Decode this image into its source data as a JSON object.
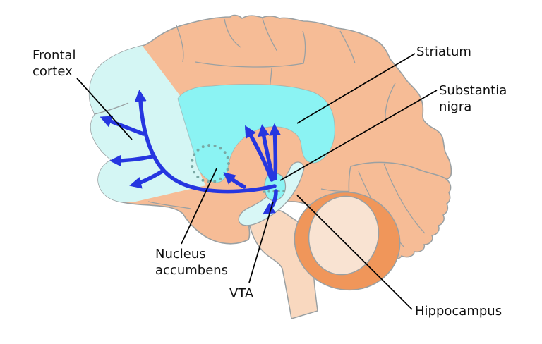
{
  "figure_type": "brain-sagittal-dopamine-pathways-diagram",
  "labels": {
    "frontal_cortex": {
      "lines": [
        "Frontal",
        "cortex"
      ]
    },
    "striatum": {
      "text": "Striatum"
    },
    "substantia_nigra": {
      "lines": [
        "Substantia",
        "nigra"
      ]
    },
    "nucleus_accumbens": {
      "lines": [
        "Nucleus",
        "accumbens"
      ]
    },
    "vta": {
      "text": "VTA"
    },
    "hippocampus": {
      "text": "Hippocampus"
    }
  },
  "pathways": [
    {
      "from": "VTA",
      "to": "Striatum",
      "style": "three ascending blue arrows"
    },
    {
      "from": "VTA",
      "to": "Frontal cortex",
      "style": "long blue trunk with four branch arrows"
    },
    {
      "from": "VTA",
      "to": "Nucleus accumbens",
      "style": "blue arrow into dotted circle"
    },
    {
      "from": "VTA",
      "to": "Hippocampus",
      "style": "short descending blue arrow"
    }
  ],
  "colors": {
    "background": "#ffffff",
    "cortex_salmon": "#f6bc96",
    "outline_gray": "#9aa0a2",
    "frontal_highlight": "#d4f6f4",
    "striatum_cyan": "#8bf3f3",
    "hippocampus_pale": "#d8f7f6",
    "cerebellum_ring": "#f0965a",
    "cerebellum_inner": "#f9e3d2",
    "brainstem_peach": "#f9d8bf",
    "pathway_blue": "#2636e0",
    "dotted_teal": "#79a8a4",
    "label_black": "#111111"
  }
}
